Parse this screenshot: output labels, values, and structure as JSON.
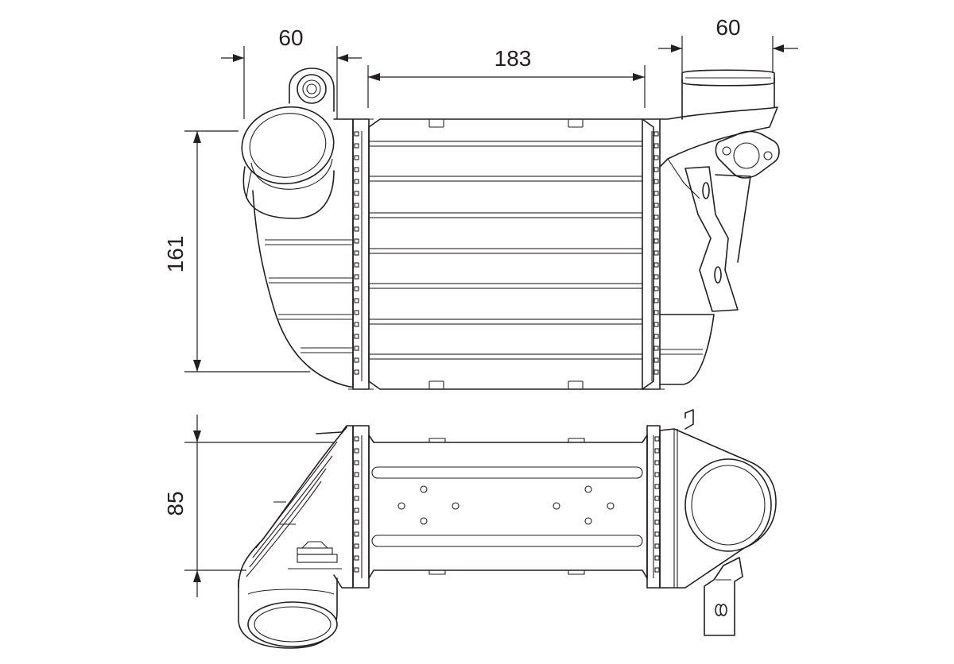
{
  "dimensions": {
    "top_left_width": "60",
    "core_width": "183",
    "top_right_width": "60",
    "height": "161",
    "depth": "85"
  },
  "colors": {
    "line": "#231f20",
    "background": "#ffffff"
  }
}
